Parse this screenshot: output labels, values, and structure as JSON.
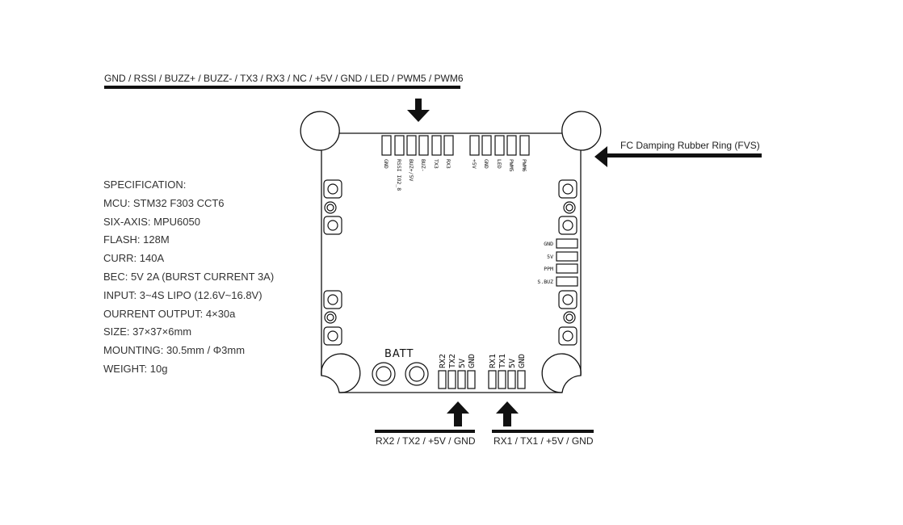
{
  "top_header": {
    "pinout": "GND / RSSI / BUZZ+ / BUZZ- / TX3 / RX3 / NC / +5V / GND / LED / PWM5 / PWM6"
  },
  "side_label": {
    "damping": "FC Damping Rubber Ring (FVS)"
  },
  "specification": {
    "title": "SPECIFICATION:",
    "lines": [
      "MCU: STM32 F303 CCT6",
      "SIX-AXIS: MPU6050",
      "FLASH: 128M",
      "CURR: 140A",
      "BEC: 5V 2A (BURST CURRENT 3A)",
      "INPUT: 3~4S LIPO (12.6V~16.8V)",
      "OURRENT OUTPUT: 4×30a",
      "SIZE: 37×37×6mm",
      "MOUNTING: 30.5mm / Φ3mm",
      "WEIGHT: 10g"
    ]
  },
  "board": {
    "top_pins_left": [
      "GND",
      "RSSI IO2_8",
      "BUZ+/5V",
      "BUZ-",
      "TX3",
      "RX3"
    ],
    "top_pins_right": [
      "+5V",
      "GND",
      "LED",
      "PWM5",
      "PWM6"
    ],
    "right_pins": [
      "GND",
      "5V",
      "PPM",
      "S.BUZ"
    ],
    "batt_label": "BATT",
    "bottom_pins_left": [
      "RX2",
      "TX2",
      "5V",
      "GND"
    ],
    "bottom_pins_right": [
      "RX1",
      "TX1",
      "5V",
      "GND"
    ]
  },
  "bottom_labels": {
    "uart2": "RX2 / TX2 / +5V / GND",
    "uart1": "RX1 / TX1 / +5V / GND"
  }
}
